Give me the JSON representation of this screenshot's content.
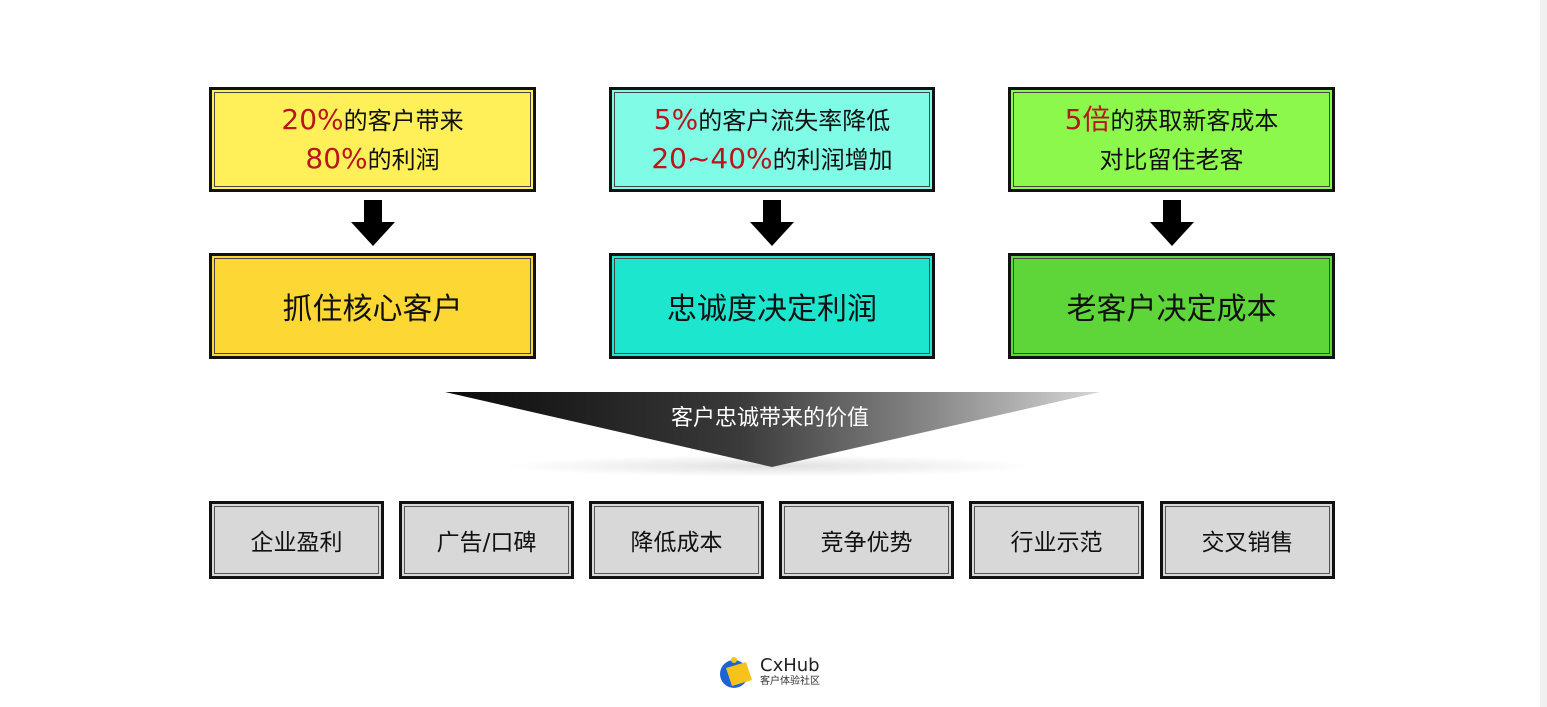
{
  "columns": [
    {
      "top_line1_highlight": "20%",
      "top_line1_text": "的客户带来",
      "top_line2_highlight": "80%",
      "top_line2_text": "的利润",
      "conclusion": "抓住核心客户",
      "top_color": "#fff05a",
      "bottom_color": "#fdd835"
    },
    {
      "top_line1_highlight": "5%",
      "top_line1_text": "的客户流失率降低",
      "top_line2_highlight": "20~40%",
      "top_line2_text": "的利润增加",
      "conclusion": "忠诚度决定利润",
      "top_color": "#7ffbe6",
      "bottom_color": "#1de6cf"
    },
    {
      "top_line1_highlight": "5倍",
      "top_line1_text": "的获取新客成本",
      "top_line2_highlight": "",
      "top_line2_text": "对比留住老客",
      "conclusion": "老客户决定成本",
      "top_color": "#8cf84c",
      "bottom_color": "#5ed63a"
    }
  ],
  "funnel": {
    "label": "客户忠诚带来的价值"
  },
  "values": [
    "企业盈利",
    "广告/口碑",
    "降低成本",
    "竞争优势",
    "行业示范",
    "交叉销售"
  ],
  "logo": {
    "name": "CxHub",
    "subtitle": "客户体验社区",
    "icon": "cxhub-logo-icon"
  },
  "colors": {
    "highlight": "#b8161a",
    "value_box": "#d8d8d8"
  }
}
